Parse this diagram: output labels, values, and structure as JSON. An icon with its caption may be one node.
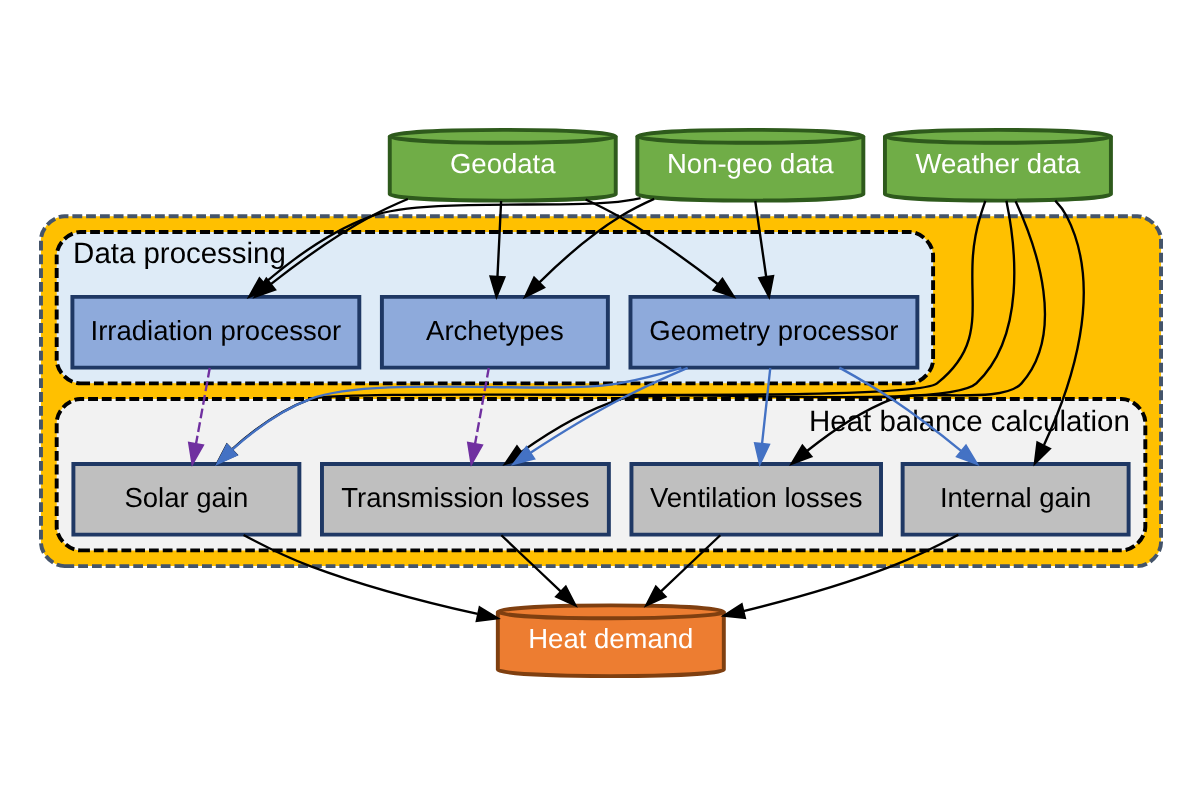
{
  "diagram": {
    "nodes": [
      {
        "text": [
          "Geodata"
        ]
      },
      {
        "text": [
          "Non-geo data"
        ]
      },
      {
        "text": [
          "Weather data"
        ]
      },
      {
        "text": [],
        "shape": "box"
      },
      {
        "text": [
          "Data processing"
        ],
        "in": 3
      },
      {
        "text": [
          "Irradiation processor"
        ],
        "in": 4
      },
      {
        "text": [
          "Geometry processor"
        ],
        "in": 4
      },
      {
        "text": [
          "Archetypes"
        ],
        "in": 4
      },
      {
        "text": [
          "Heat balance calculation"
        ],
        "in": 3
      },
      {
        "text": [
          "Solar gain"
        ],
        "in": 8
      },
      {
        "text": [
          "Internal gain"
        ],
        "in": 8
      },
      {
        "text": [
          "Ventilation losses"
        ],
        "in": 8
      },
      {
        "text": [
          "Transmission losses"
        ],
        "in": 8
      },
      {
        "text": [
          "Heat demand"
        ]
      }
    ],
    "edges": [
      {
        "from": 0,
        "to": 5,
        "arrow": "to"
      },
      {
        "from": 0,
        "to": 6,
        "arrow": "to"
      },
      {
        "from": 0,
        "to": 7,
        "arrow": "to"
      },
      {
        "from": 1,
        "to": 5,
        "arrow": "to"
      },
      {
        "from": 1,
        "to": 6,
        "arrow": "to"
      },
      {
        "from": 1,
        "to": 7,
        "arrow": "to"
      },
      {
        "from": 5,
        "to": 9,
        "arrow": "to",
        "style": "dashed",
        "color": "#7030a0"
      },
      {
        "from": 6,
        "to": 9,
        "arrow": "to",
        "color": "#4472c4"
      },
      {
        "from": 6,
        "to": 10,
        "arrow": "to",
        "color": "#4472c4"
      },
      {
        "from": 6,
        "to": 11,
        "arrow": "to",
        "color": "#4472c4"
      },
      {
        "from": 6,
        "to": 12,
        "arrow": "to",
        "color": "#4472c4"
      },
      {
        "from": 7,
        "to": 12,
        "arrow": "to",
        "style": "dashed",
        "color": "#7030a0"
      },
      {
        "from": 2,
        "to": 9,
        "arrow": "to"
      },
      {
        "from": 2,
        "to": 10,
        "arrow": "to"
      },
      {
        "from": 2,
        "to": 11,
        "arrow": "to"
      },
      {
        "from": 2,
        "to": 12,
        "arrow": "to"
      },
      {
        "from": 9,
        "to": 13,
        "arrow": "to"
      },
      {
        "from": 10,
        "to": 13,
        "arrow": "to"
      },
      {
        "from": 11,
        "to": 13,
        "arrow": "to"
      },
      {
        "from": 12,
        "to": 13,
        "arrow": "to"
      }
    ]
  }
}
